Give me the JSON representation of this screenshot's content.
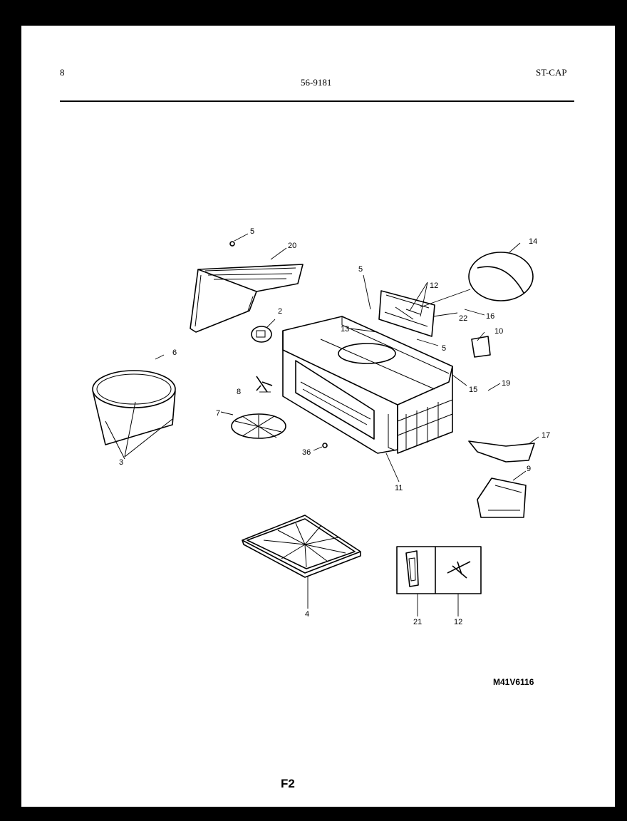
{
  "header": {
    "page_number": "8",
    "doc_number": "56-9181",
    "section_code": "ST-CAP"
  },
  "callouts": [
    "5",
    "20",
    "2",
    "6",
    "3",
    "8",
    "7",
    "36",
    "5",
    "12",
    "14",
    "22",
    "16",
    "13",
    "5",
    "10",
    "15",
    "19",
    "11",
    "17",
    "9",
    "4",
    "21",
    "12"
  ],
  "footer": {
    "model_code": "M41V6116",
    "figure_label": "F2"
  }
}
